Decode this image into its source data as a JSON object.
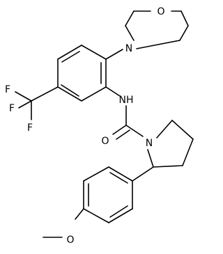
{
  "structure": {
    "atom_labels": {
      "morpholine_o": "O",
      "morpholine_n": "N",
      "amide_nh": "NH",
      "carbonyl_o": "O",
      "pyrrolidine_n": "N",
      "fluorine_1": "F",
      "fluorine_2": "F",
      "fluorine_3": "F",
      "methoxy_o": "O"
    }
  }
}
